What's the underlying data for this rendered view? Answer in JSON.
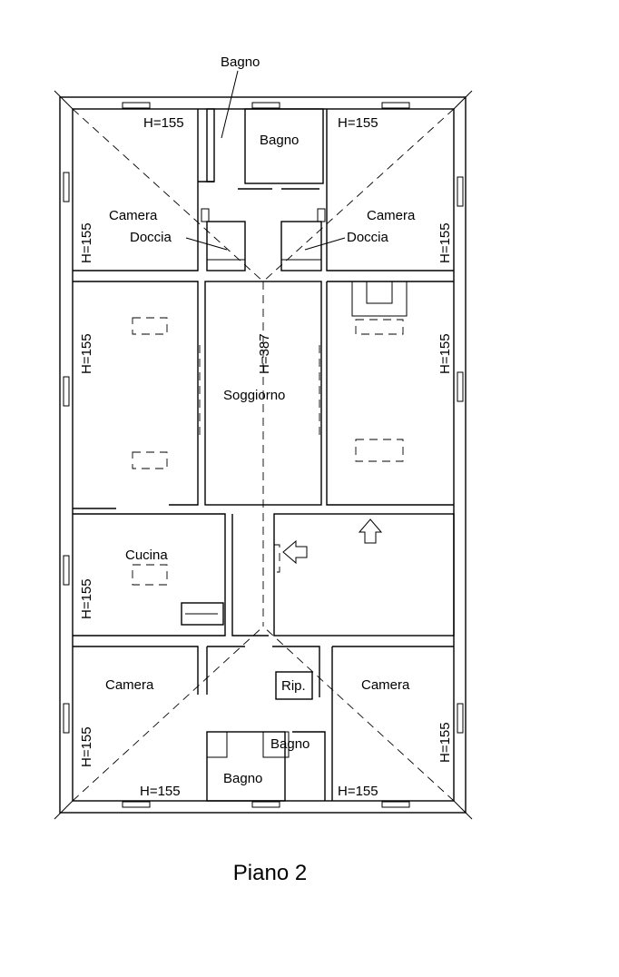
{
  "title": "Piano 2",
  "labels": {
    "bagno_top_callout": "Bagno",
    "bagno_top": "Bagno",
    "h_top_left": "H=155",
    "h_top_right": "H=155",
    "camera_top_left": "Camera",
    "camera_top_right": "Camera",
    "doccia_left": "Doccia",
    "doccia_right": "Doccia",
    "h_left_1": "H=155",
    "h_right_1": "H=155",
    "h_left_2": "H=155",
    "h_center": "H=387",
    "h_right_2": "H=155",
    "soggiorno": "Soggiorno",
    "cucina": "Cucina",
    "h_left_3": "H=155",
    "rip": "Rip.",
    "camera_bottom_left": "Camera",
    "camera_bottom_right": "Camera",
    "bagno_bottom_small": "Bagno",
    "bagno_bottom": "Bagno",
    "h_left_4": "H=155",
    "h_right_4": "H=155",
    "h_bottom_left": "H=155",
    "h_bottom_right": "H=155"
  }
}
